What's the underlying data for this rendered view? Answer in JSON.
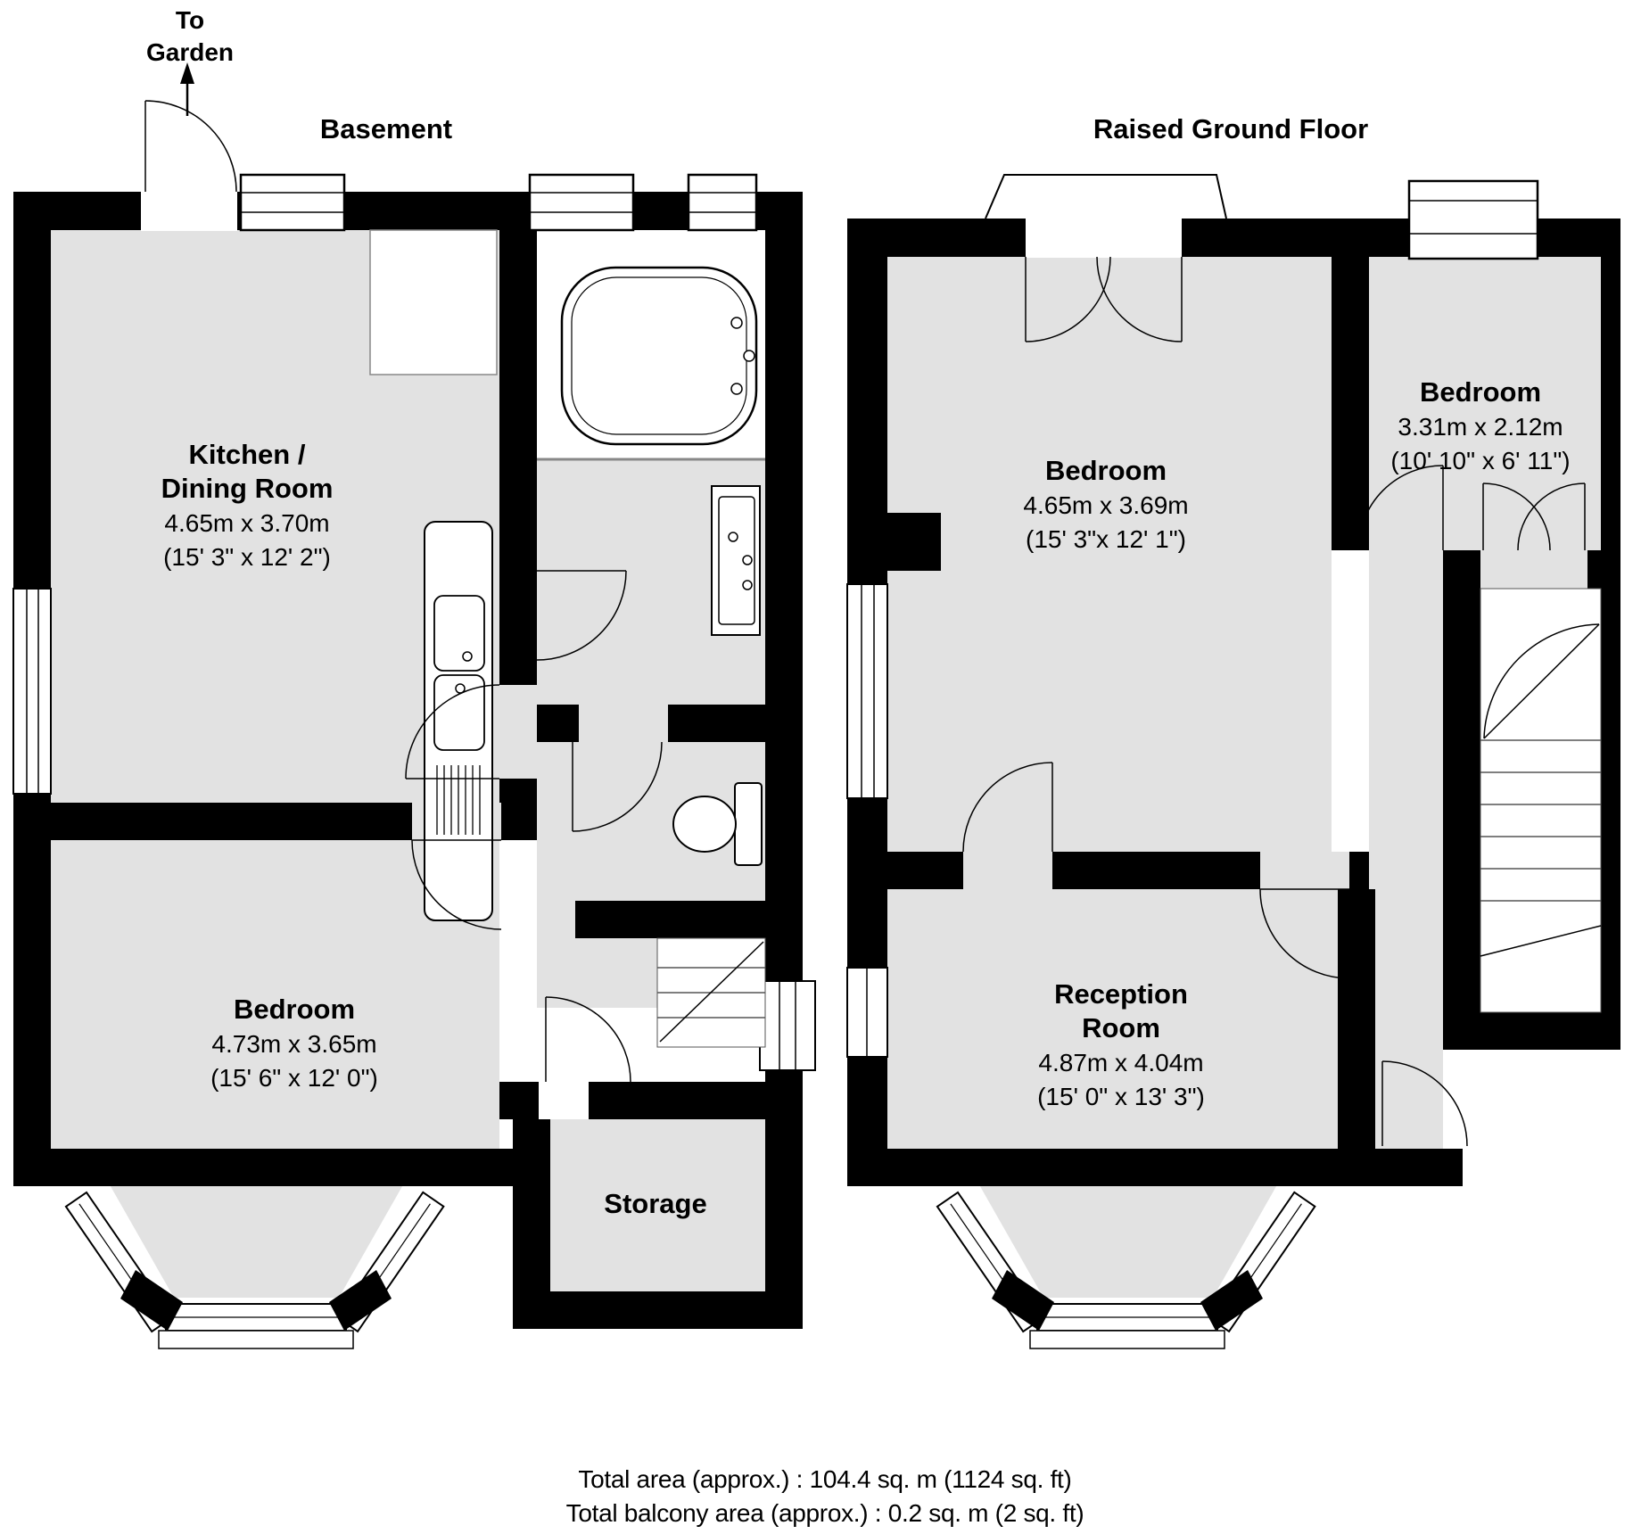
{
  "page": {
    "background": "#ffffff"
  },
  "colors": {
    "wall": "#000000",
    "floor": "#e2e2e2",
    "white": "#ffffff",
    "line": "#000000"
  },
  "annotations": {
    "to_garden_line1": "To",
    "to_garden_line2": "Garden"
  },
  "floors": [
    {
      "id": "basement",
      "title": "Basement",
      "rooms": [
        {
          "id": "kitchen-dining",
          "name_line1": "Kitchen /",
          "name_line2": "Dining Room",
          "dims_metric": "4.65m x 3.70m",
          "dims_imperial": "(15' 3\" x 12' 2\")"
        },
        {
          "id": "bedroom",
          "name": "Bedroom",
          "dims_metric": "4.73m x 3.65m",
          "dims_imperial": "(15' 6\" x 12' 0\")"
        },
        {
          "id": "storage",
          "name": "Storage"
        }
      ]
    },
    {
      "id": "raised-ground-floor",
      "title": "Raised Ground Floor",
      "rooms": [
        {
          "id": "bedroom-front",
          "name": "Bedroom",
          "dims_metric": "4.65m x 3.69m",
          "dims_imperial": "(15' 3\"x 12' 1\")"
        },
        {
          "id": "bedroom-rear",
          "name": "Bedroom",
          "dims_metric": "3.31m x 2.12m",
          "dims_imperial": "(10' 10\" x 6' 11\")"
        },
        {
          "id": "reception",
          "name_line1": "Reception",
          "name_line2": "Room",
          "dims_metric": "4.87m x 4.04m",
          "dims_imperial": "(15' 0\" x 13' 3\")"
        }
      ]
    }
  ],
  "footer": {
    "line1": "Total area (approx.) : 104.4 sq. m (1124 sq. ft)",
    "line2": "Total balcony area (approx.) : 0.2 sq. m (2 sq. ft)"
  }
}
